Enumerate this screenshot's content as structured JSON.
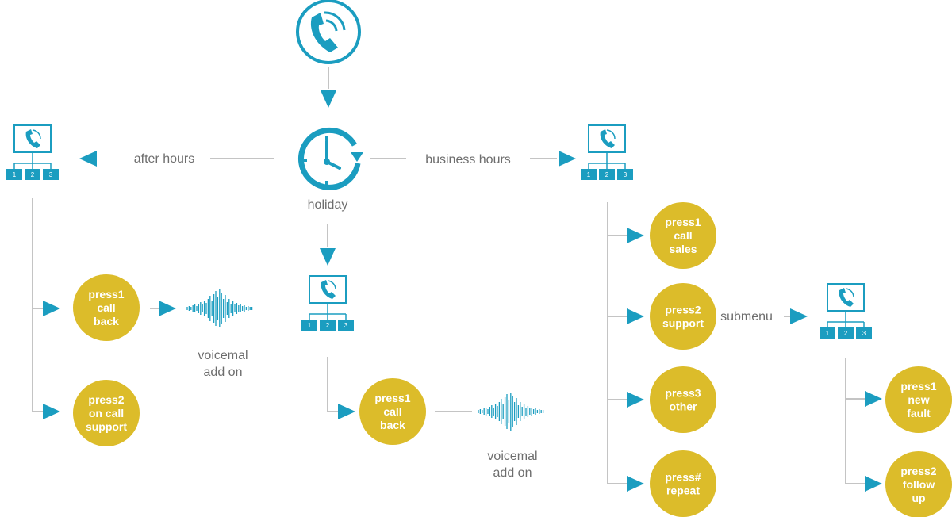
{
  "colors": {
    "primary": "#1b9dc0",
    "node": "#dcbc2a",
    "line": "#8a8a8a",
    "label": "#6d6d6d"
  },
  "icons": {
    "call": "phone-call-icon",
    "time_router": "clock-refresh-icon",
    "ivr": "ivr-menu-icon",
    "voicemail": "sound-wave-icon"
  },
  "routes": {
    "after_hours": "after hours",
    "business_hours": "business hours",
    "holiday": "holiday",
    "submenu": "submenu"
  },
  "ivr_keys": [
    "1",
    "2",
    "3"
  ],
  "after_hours_menu": {
    "options": [
      {
        "lines": [
          "press1",
          "call",
          "back"
        ]
      },
      {
        "lines": [
          "press2",
          "on call",
          "support"
        ]
      }
    ],
    "addon": [
      "voicemal",
      "add on"
    ]
  },
  "holiday_menu": {
    "options": [
      {
        "lines": [
          "press1",
          "call",
          "back"
        ]
      }
    ],
    "addon": [
      "voicemal",
      "add on"
    ]
  },
  "business_menu": {
    "options": [
      {
        "lines": [
          "press1",
          "call",
          "sales"
        ]
      },
      {
        "lines": [
          "press2",
          "support"
        ]
      },
      {
        "lines": [
          "press3",
          "other"
        ]
      },
      {
        "lines": [
          "press#",
          "repeat"
        ]
      }
    ]
  },
  "submenu": {
    "options": [
      {
        "lines": [
          "press1",
          "new",
          "fault"
        ]
      },
      {
        "lines": [
          "press2",
          "follow",
          "up"
        ]
      }
    ]
  }
}
